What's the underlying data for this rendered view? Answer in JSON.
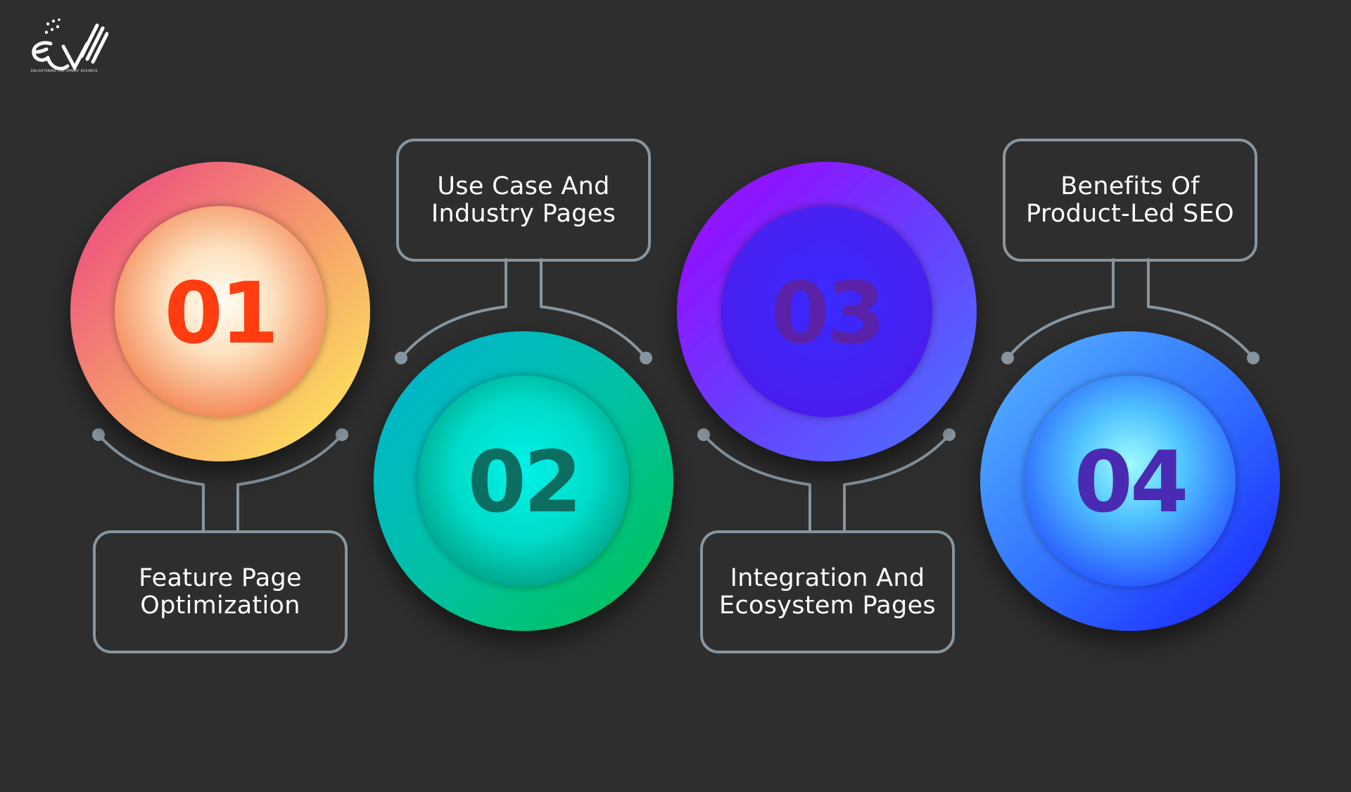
{
  "logo": {
    "tagline": "ENLIGHTENING CUSTOMERS' BUSINESS"
  },
  "steps": [
    {
      "number": "01",
      "label_line1": "Feature Page",
      "label_line2": "Optimization"
    },
    {
      "number": "02",
      "label_line1": "Use Case And",
      "label_line2": "Industry Pages"
    },
    {
      "number": "03",
      "label_line1": "Integration And",
      "label_line2": "Ecosystem Pages"
    },
    {
      "number": "04",
      "label_line1": "Benefits Of",
      "label_line2": "Product-Led SEO"
    }
  ],
  "colors": {
    "background": "#2e2e2e",
    "connector": "#8795a0",
    "number_01": "#ff3d10",
    "number_02": "#0c6e60",
    "number_03": "#5a22a8",
    "number_04": "#4a2ab2"
  }
}
